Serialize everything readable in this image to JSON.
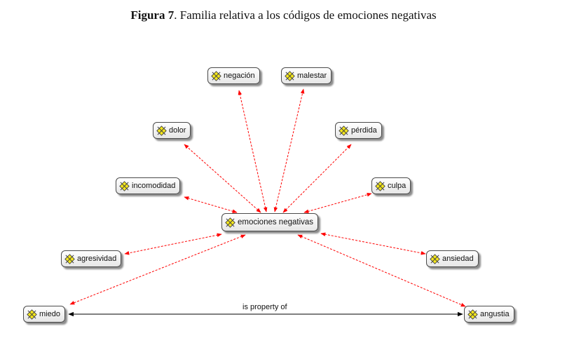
{
  "caption": {
    "figure": "Figura 7",
    "text": ". Familia relativa a los códigos de emociones negativas"
  },
  "nodes": {
    "center": "emociones negativas",
    "negacion": "negación",
    "malestar": "malestar",
    "dolor": "dolor",
    "perdida": "pérdida",
    "incomodidad": "incomodidad",
    "culpa": "culpa",
    "agresividad": "agresividad",
    "ansiedad": "ansiedad",
    "miedo": "miedo",
    "angustia": "angustia"
  },
  "edge_label": "is property of",
  "colors": {
    "association_edge": "#ff0000",
    "property_edge": "#000000",
    "icon_fill": "#f6e81c"
  },
  "icon_name": "code-icon"
}
